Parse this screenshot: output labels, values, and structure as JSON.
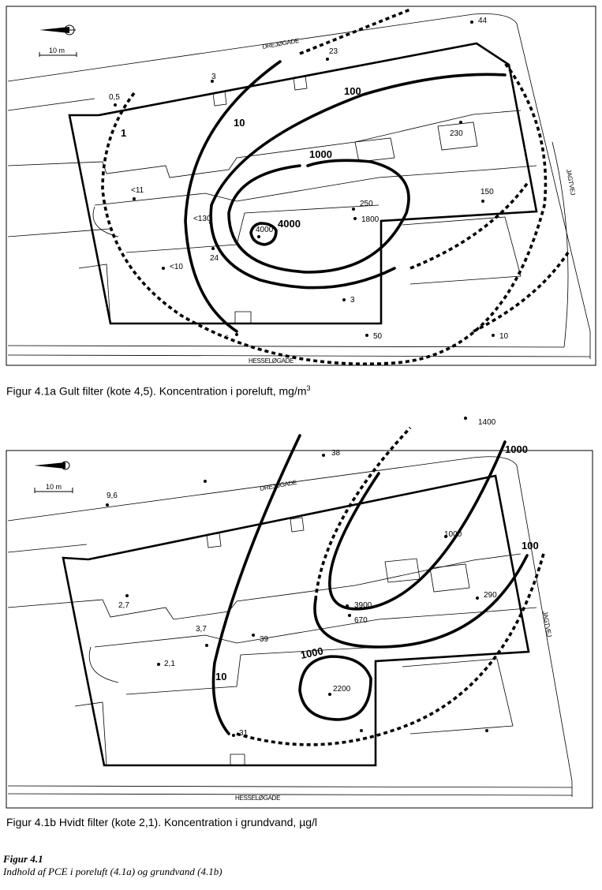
{
  "map_a": {
    "street_north": "DREJØGADE",
    "street_south": "HESSELØGADE",
    "street_east": "JAGTVEJ",
    "scale_label": "10 m",
    "contour_labels": [
      "1",
      "10",
      "100",
      "1000",
      "4000"
    ],
    "samples": [
      "0,5",
      "3",
      "23",
      "44",
      "230",
      "<11",
      "<130",
      "24",
      "<10",
      "4000",
      "250",
      "1800",
      "150",
      "3",
      "-",
      "50",
      "10"
    ],
    "caption_prefix": "Figur 4.1a  Gult filter (kote 4,5). Koncentration i poreluft, mg/m",
    "caption_sup": "3"
  },
  "map_b": {
    "street_north": "DREJØGADE",
    "street_south": "HESSELØGADE",
    "street_east": "JAGTVEJ",
    "scale_label": "10 m",
    "contour_labels": [
      "10",
      "100",
      "1000",
      "1000"
    ],
    "samples": [
      "1400",
      "38",
      "9,6",
      "1000",
      "2,7",
      "3900",
      "670",
      "290",
      "3,7",
      "39",
      "2,1",
      "2200",
      "31"
    ],
    "caption": "Figur 4.1b  Hvidt filter (kote 2,1). Koncentration i grundvand, µg/l"
  },
  "figure": {
    "title": "Figur 4.1",
    "subtitle": "Indhold af PCE i poreluft (4.1a) og grundvand (4.1b)"
  }
}
